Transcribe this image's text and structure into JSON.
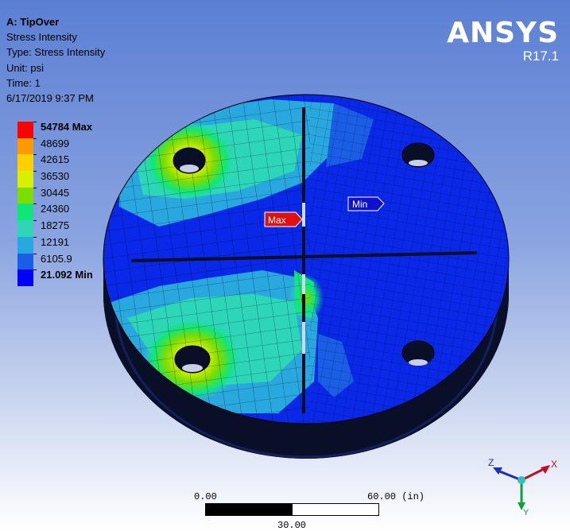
{
  "info": {
    "title": "A: TipOver",
    "line1": "Stress Intensity",
    "line2": "Type: Stress Intensity",
    "line3": "Unit: psi",
    "line4": "Time: 1",
    "line5": "6/17/2019 9:37 PM"
  },
  "brand": {
    "logo": "ANSYS",
    "version": "R17.1"
  },
  "legend": [
    {
      "label": "54784 Max",
      "color": "#ff0000",
      "bold": true
    },
    {
      "label": "48699",
      "color": "#ff9900"
    },
    {
      "label": "42615",
      "color": "#ffd000"
    },
    {
      "label": "36530",
      "color": "#d8f000"
    },
    {
      "label": "30445",
      "color": "#7ddc00"
    },
    {
      "label": "24360",
      "color": "#10e678"
    },
    {
      "label": "18275",
      "color": "#2ed6b8"
    },
    {
      "label": "12191",
      "color": "#29a8e0"
    },
    {
      "label": "6105.9",
      "color": "#1a5ee6"
    },
    {
      "label": "21.092 Min",
      "color": "#0000ff",
      "bold": true
    }
  ],
  "probes": {
    "max_label": "Max",
    "min_label": "Min"
  },
  "scale": {
    "left": "0.00",
    "right": "60.00 (in)",
    "middle": "30.00"
  },
  "triad": {
    "x": "X",
    "y": "Y",
    "z": "Z"
  }
}
